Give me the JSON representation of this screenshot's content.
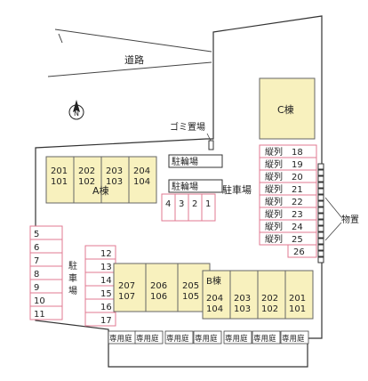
{
  "road_label": "道路",
  "north_label": "N",
  "garbage_label": "ゴミ置場",
  "bike_parking_1": "駐輪場",
  "bike_parking_2": "駐輪場",
  "parking_center": "駐車場",
  "parking_left_1": "駐",
  "parking_left_2": "車",
  "parking_left_3": "場",
  "storage_label": "物置",
  "building_c": "C棟",
  "building_a": "A棟",
  "building_b": "B棟",
  "garden_label": "専用庭",
  "colors": {
    "building": "#f8f1be",
    "parking_border": "#e07a92",
    "outline": "#333333"
  },
  "a_units": [
    {
      "top": "201",
      "bottom": "101"
    },
    {
      "top": "202",
      "bottom": "102"
    },
    {
      "top": "203",
      "bottom": "103"
    },
    {
      "top": "204",
      "bottom": "104"
    }
  ],
  "c_lower_units": [
    {
      "top": "207",
      "bottom": "107"
    },
    {
      "top": "206",
      "bottom": "106"
    },
    {
      "top": "205",
      "bottom": "105"
    }
  ],
  "b_units": [
    {
      "top": "204",
      "bottom": "104"
    },
    {
      "top": "203",
      "bottom": "103"
    },
    {
      "top": "202",
      "bottom": "102"
    },
    {
      "top": "201",
      "bottom": "101"
    }
  ],
  "small_spaces": [
    "4",
    "3",
    "2",
    "1"
  ],
  "left_spaces": [
    "5",
    "6",
    "7",
    "8",
    "9",
    "10",
    "11"
  ],
  "mid_spaces": [
    "12",
    "13",
    "14",
    "15",
    "16",
    "17"
  ],
  "right_spaces": [
    "縦列　18",
    "縦列　19",
    "縦列　20",
    "縦列　21",
    "縦列　22",
    "縦列　23",
    "縦列　24",
    "縦列　25",
    "26"
  ]
}
